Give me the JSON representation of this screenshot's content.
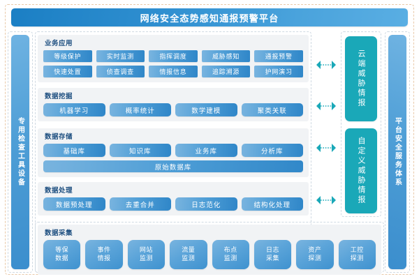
{
  "diagram": {
    "title": "网络安全态势感知通报预警平台",
    "colors": {
      "title_bar_blue": "#2f8fd0",
      "chip_blue": "#4f9ed6",
      "teal": "#1aa8b8",
      "panel_bg": "#f1f3f5",
      "panel_title": "#1e4f80",
      "outer_dash": "#e9c9a8",
      "inner_dash": "#cfd9e2",
      "connector": "#1aa8b8"
    }
  },
  "left_bar": {
    "label": "专用检查工具设备"
  },
  "far_right_bar": {
    "label": "平台安全服务体系"
  },
  "sections": [
    {
      "title": "业务应用",
      "rows": [
        [
          "等级保护",
          "实时监测",
          "指挥调度",
          "威胁感知",
          "通报预警"
        ],
        [
          "快速处置",
          "侦查调查",
          "情报信息",
          "追踪溯源",
          "护网演习"
        ]
      ]
    },
    {
      "title": "数据挖掘",
      "rows": [
        [
          "机器学习",
          "概率统计",
          "数学建模",
          "聚类关联"
        ]
      ]
    },
    {
      "title": "数据存储",
      "rows": [
        [
          "基础库",
          "知识库",
          "业务库",
          "分析库"
        ]
      ],
      "full_width_item": "原始数据库"
    },
    {
      "title": "数据处理",
      "rows": [
        [
          "数据预处理",
          "去重合并",
          "日志范化",
          "结构化处理"
        ]
      ]
    }
  ],
  "collection": {
    "title": "数据采集",
    "tiles": [
      {
        "line1": "等保",
        "line2": "数据"
      },
      {
        "line1": "事件",
        "line2": "情报"
      },
      {
        "line1": "网站",
        "line2": "监测"
      },
      {
        "line1": "流量",
        "line2": "监测"
      },
      {
        "line1": "布点",
        "line2": "监测"
      },
      {
        "line1": "日志",
        "line2": "采集"
      },
      {
        "line1": "资产",
        "line2": "探测"
      },
      {
        "line1": "工控",
        "line2": "探测"
      }
    ]
  },
  "threat_intel": [
    {
      "label": "云端威胁情报"
    },
    {
      "label": "自定义威胁情报"
    }
  ],
  "connectors": [
    {
      "name": "connector-business-application"
    },
    {
      "name": "connector-data-mining"
    },
    {
      "name": "connector-data-storage"
    },
    {
      "name": "connector-data-processing"
    }
  ]
}
